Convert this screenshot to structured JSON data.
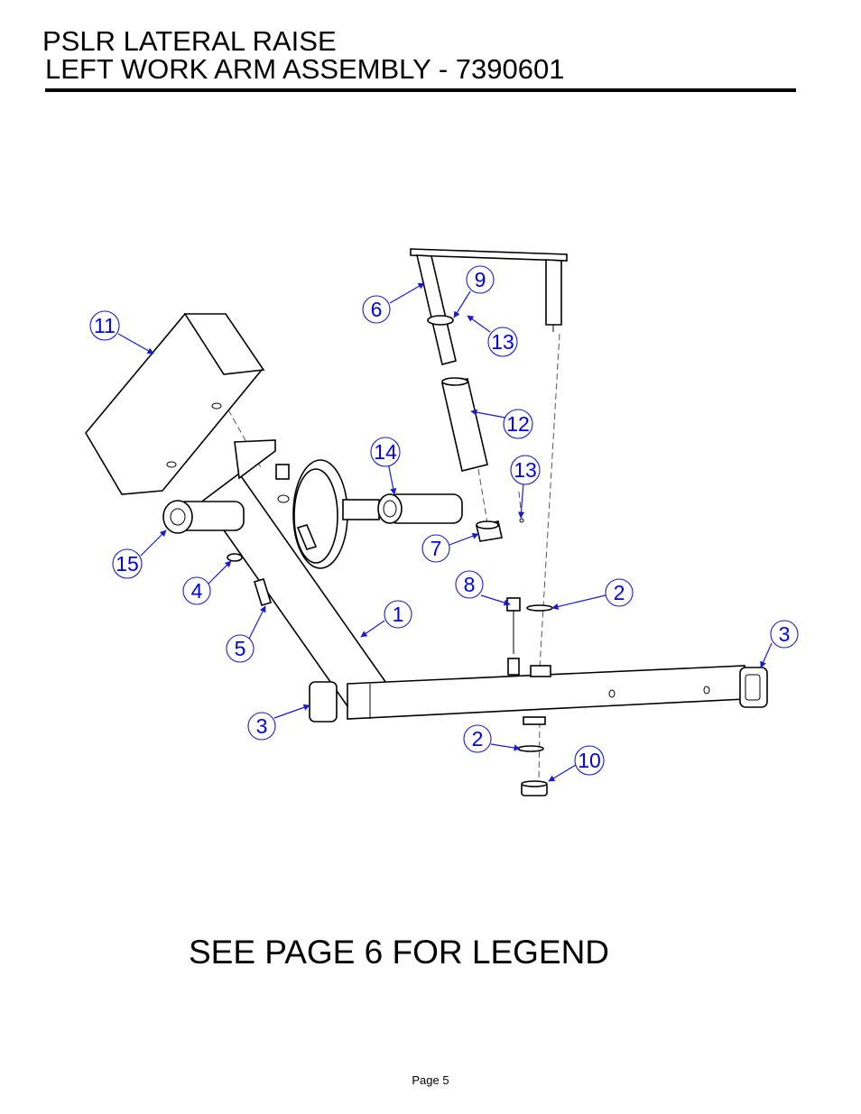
{
  "header": {
    "title_line1": "PSLR LATERAL RAISE",
    "title_line2": "LEFT WORK ARM ASSEMBLY - 7390601"
  },
  "diagram": {
    "callouts": [
      "1",
      "2",
      "2",
      "3",
      "3",
      "4",
      "5",
      "6",
      "7",
      "8",
      "9",
      "10",
      "11",
      "12",
      "13",
      "13",
      "14",
      "15"
    ],
    "colors": {
      "callout": "#1a1acc",
      "line": "#000000"
    }
  },
  "note": "SEE PAGE 6 FOR LEGEND",
  "footer": {
    "page": "Page 5"
  }
}
